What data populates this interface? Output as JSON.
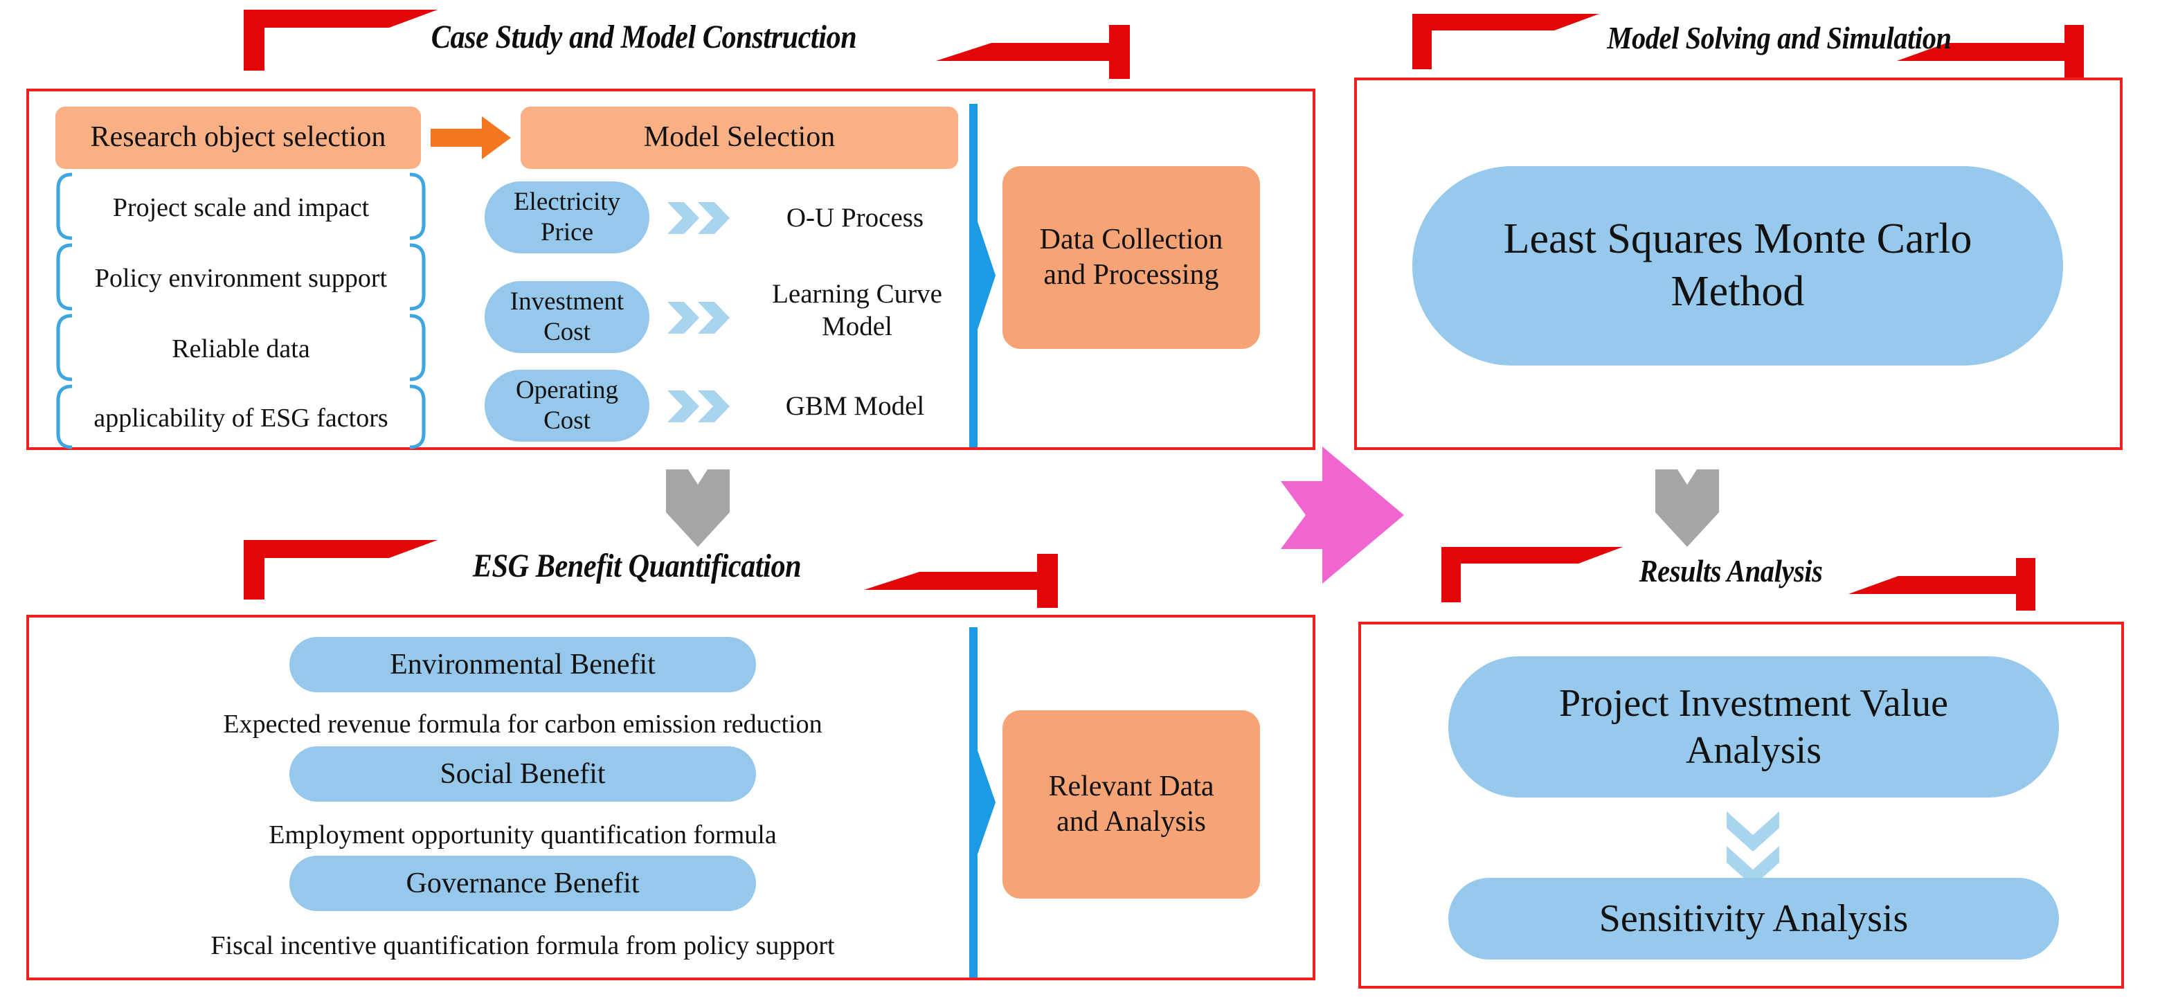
{
  "theme": {
    "frame_red": "#ef2020",
    "bracket_red": "#e30606",
    "orange_fill": "#f9b084",
    "orange_fill_dark": "#f6a476",
    "arrow_orange": "#f4761f",
    "blue_fill": "#95c8ea",
    "blue_line": "#2196e3",
    "chevron_blue": "#a8d4f0",
    "gray_arrow": "#a6a6a6",
    "pink_arrow": "#f065d0",
    "text_dark": "#111111"
  },
  "panels": {
    "case_study": {
      "title": "Case Study and Model Construction",
      "header_row": {
        "left_box": "Research object selection",
        "arrow_icon": "right-arrow-icon",
        "right_box": "Model Selection"
      },
      "criteria": [
        "Project scale and impact",
        "Policy environment support",
        "Reliable data",
        "applicability of ESG factors"
      ],
      "factors": [
        {
          "pill": "Electricity\nPrice",
          "chevron": "double-chevron-right-icon",
          "model": "O-U Process"
        },
        {
          "pill": "Investment\nCost",
          "chevron": "double-chevron-right-icon",
          "model": "Learning Curve\nModel"
        },
        {
          "pill": "Operating\nCost",
          "chevron": "double-chevron-right-icon",
          "model": "GBM Model"
        }
      ],
      "output_box": "Data Collection\nand Processing"
    },
    "model_solving": {
      "title": "Model Solving and Simulation",
      "main_box": "Least Squares Monte Carlo\nMethod"
    },
    "esg_benefit": {
      "title": "ESG Benefit Quantification",
      "items": [
        {
          "pill": "Environmental Benefit",
          "caption": "Expected revenue formula for carbon emission reduction"
        },
        {
          "pill": "Social Benefit",
          "caption": "Employment opportunity quantification formula"
        },
        {
          "pill": "Governance Benefit",
          "caption": "Fiscal incentive quantification formula from policy support"
        }
      ],
      "output_box": "Relevant Data\nand Analysis"
    },
    "results_analysis": {
      "title": "Results Analysis",
      "top_box": "Project Investment Value\nAnalysis",
      "connector_icon": "double-chevron-down-icon",
      "bottom_box": "Sensitivity Analysis"
    }
  },
  "connectors": {
    "case_to_esg": "gray-down-arrow-icon",
    "model_to_results": "gray-down-arrow-icon",
    "left_to_right": "pink-right-arrow-icon"
  }
}
